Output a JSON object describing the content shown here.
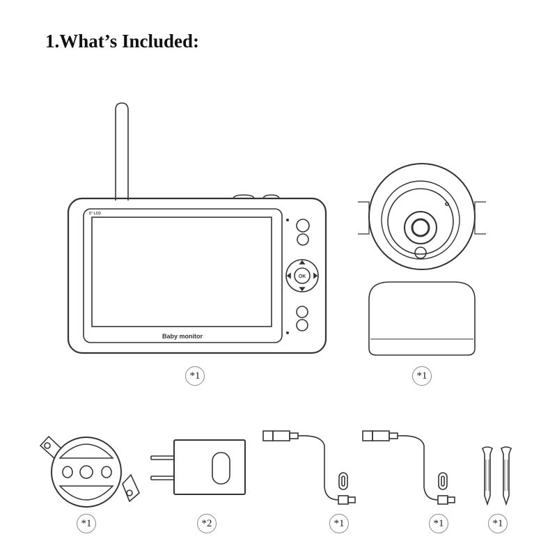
{
  "title": "1.What’s Included:",
  "monitor": {
    "screen_label": "5\" LCD",
    "brand_label": "Baby monitor",
    "ok_label": "OK",
    "quantity": "*1"
  },
  "camera": {
    "quantity": "*1"
  },
  "mount": {
    "quantity": "*1"
  },
  "adapter": {
    "quantity": "*2"
  },
  "cable_1": {
    "quantity": "*1"
  },
  "cable_2": {
    "quantity": "*1"
  },
  "screws": {
    "quantity": "*1"
  }
}
